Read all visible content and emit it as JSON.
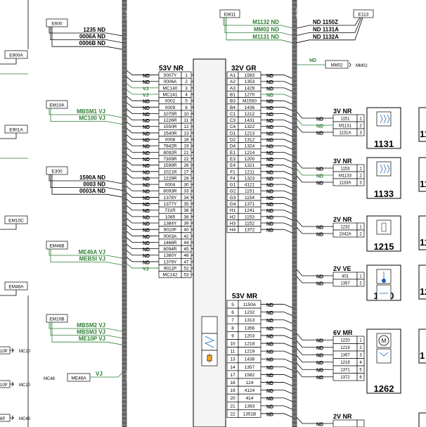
{
  "colors": {
    "wire": "#000000",
    "green": "#2e7d32",
    "bus": "#555555"
  },
  "bus_labels": [
    "10 PR",
    "10 PR",
    "10 PR",
    "20 MJ"
  ],
  "left_conn": {
    "header": "53V NR",
    "rows": [
      {
        "nd": "ND",
        "wire": "0007Y",
        "pin": "1",
        "g": false
      },
      {
        "nd": "ND",
        "wire": "0006A",
        "pin": "2",
        "g": false
      },
      {
        "nd": "VJ",
        "wire": "MC140",
        "pin": "3",
        "g": true
      },
      {
        "nd": "VJ",
        "wire": "MC141",
        "pin": "4",
        "g": true
      },
      {
        "nd": "ND",
        "wire": "0002",
        "pin": "5",
        "g": false
      },
      {
        "nd": "ND",
        "wire": "0009",
        "pin": "6",
        "g": false
      },
      {
        "nd": "ND",
        "wire": "1075R",
        "pin": "10",
        "g": false
      },
      {
        "nd": "ND",
        "wire": "1226R",
        "pin": "11",
        "g": false
      },
      {
        "nd": "ND",
        "wire": "1550R",
        "pin": "12",
        "g": false
      },
      {
        "nd": "ND",
        "wire": "1540R",
        "pin": "13",
        "g": false
      },
      {
        "nd": "ND",
        "wire": "0008",
        "pin": "18",
        "g": false
      },
      {
        "nd": "ND",
        "wire": "7842R",
        "pin": "19",
        "g": false
      },
      {
        "nd": "ND",
        "wire": "8092R",
        "pin": "21",
        "g": false
      },
      {
        "nd": "ND",
        "wire": "7309R",
        "pin": "22",
        "g": false
      },
      {
        "nd": "ND",
        "wire": "1599R",
        "pin": "26",
        "g": false
      },
      {
        "nd": "ND",
        "wire": "1021R",
        "pin": "27",
        "g": false
      },
      {
        "nd": "ND",
        "wire": "1229R",
        "pin": "28",
        "g": false
      },
      {
        "nd": "ND",
        "wire": "0004",
        "pin": "30",
        "g": false
      },
      {
        "nd": "ND",
        "wire": "8093R",
        "pin": "33",
        "g": false
      },
      {
        "nd": "ND",
        "wire": "1378Y",
        "pin": "34",
        "g": false
      },
      {
        "nd": "ND",
        "wire": "1377Y",
        "pin": "35",
        "g": false
      },
      {
        "nd": "ND",
        "wire": "731R",
        "pin": "36",
        "g": false
      },
      {
        "nd": "ND",
        "wire": "1085",
        "pin": "38",
        "g": false
      },
      {
        "nd": "ND",
        "wire": "1384Y",
        "pin": "39",
        "g": false
      },
      {
        "nd": "ND",
        "wire": "9010F",
        "pin": "40",
        "g": false
      },
      {
        "nd": "ND",
        "wire": "0003A",
        "pin": "42",
        "g": false
      },
      {
        "nd": "ND",
        "wire": "1466R",
        "pin": "44",
        "g": false
      },
      {
        "nd": "ND",
        "wire": "8094R",
        "pin": "45",
        "g": false
      },
      {
        "nd": "ND",
        "wire": "1380Y",
        "pin": "46",
        "g": false
      },
      {
        "nd": "ND",
        "wire": "1379Y",
        "pin": "47",
        "g": false
      },
      {
        "nd": "VJ",
        "wire": "9011P",
        "pin": "52",
        "g": true
      },
      {
        "nd": "",
        "wire": "MC142",
        "pin": "53",
        "g": false
      }
    ]
  },
  "right_conn_top": {
    "header": "32V GR",
    "rows": [
      {
        "pin": "A1",
        "wire": "1583",
        "nd": "ND",
        "g": false
      },
      {
        "pin": "A2",
        "wire": "1353",
        "nd": "ND",
        "g": false
      },
      {
        "pin": "A3",
        "wire": "1429",
        "nd": "ND",
        "g": false
      },
      {
        "pin": "B1",
        "wire": "1270",
        "nd": "ND",
        "g": true
      },
      {
        "pin": "B3",
        "wire": "M1550",
        "nd": "ND",
        "g": false
      },
      {
        "pin": "B4",
        "wire": "1436",
        "nd": "ND",
        "g": false
      },
      {
        "pin": "C1",
        "wire": "1212",
        "nd": "ND",
        "g": false
      },
      {
        "pin": "C3",
        "wire": "1431",
        "nd": "ND",
        "g": false
      },
      {
        "pin": "C4",
        "wire": "1322",
        "nd": "ND",
        "g": false
      },
      {
        "pin": "D1",
        "wire": "1213",
        "nd": "ND",
        "g": false
      },
      {
        "pin": "D2",
        "wire": "1312",
        "nd": "ND",
        "g": false
      },
      {
        "pin": "D4",
        "wire": "1324",
        "nd": "ND",
        "g": false
      },
      {
        "pin": "E1",
        "wire": "1214",
        "nd": "ND",
        "g": false
      },
      {
        "pin": "E3",
        "wire": "1200",
        "nd": "ND",
        "g": false
      },
      {
        "pin": "E4",
        "wire": "1321",
        "nd": "ND",
        "g": false
      },
      {
        "pin": "F1",
        "wire": "1211",
        "nd": "ND",
        "g": false
      },
      {
        "pin": "F4",
        "wire": "1323",
        "nd": "ND",
        "g": false
      },
      {
        "pin": "G1",
        "wire": "4121",
        "nd": "ND",
        "g": false
      },
      {
        "pin": "G2",
        "wire": "1151",
        "nd": "ND",
        "g": false
      },
      {
        "pin": "G3",
        "wire": "1154",
        "nd": "ND",
        "g": false
      },
      {
        "pin": "G4",
        "wire": "1371",
        "nd": "ND",
        "g": false
      },
      {
        "pin": "H1",
        "wire": "1241",
        "nd": "ND",
        "g": false
      },
      {
        "pin": "H2",
        "wire": "1153",
        "nd": "ND",
        "g": false
      },
      {
        "pin": "H3",
        "wire": "1152",
        "nd": "ND",
        "g": false
      },
      {
        "pin": "H4",
        "wire": "1372",
        "nd": "ND",
        "g": false
      }
    ]
  },
  "right_conn_bottom": {
    "header": "53V MR",
    "rows": [
      {
        "pin": "5",
        "wire": "1150A",
        "nd": "ND"
      },
      {
        "pin": "6",
        "wire": "1232",
        "nd": "ND"
      },
      {
        "pin": "7",
        "wire": "1313",
        "nd": "ND"
      },
      {
        "pin": "8",
        "wire": "1356",
        "nd": "ND"
      },
      {
        "pin": "9",
        "wire": "1203",
        "nd": "ND"
      },
      {
        "pin": "10",
        "wire": "1218",
        "nd": "ND"
      },
      {
        "pin": "11",
        "wire": "1219",
        "nd": "ND"
      },
      {
        "pin": "13",
        "wire": "1438",
        "nd": "ND"
      },
      {
        "pin": "14",
        "wire": "1357",
        "nd": "ND"
      },
      {
        "pin": "17",
        "wire": "1582",
        "nd": "ND"
      },
      {
        "pin": "18",
        "wire": "124",
        "nd": "ND"
      },
      {
        "pin": "19",
        "wire": "4124",
        "nd": "ND"
      },
      {
        "pin": "20",
        "wire": "414",
        "nd": "ND"
      },
      {
        "pin": "21",
        "wire": "1393",
        "nd": "ND"
      },
      {
        "pin": "22",
        "wire": "1351B",
        "nd": "ND"
      }
    ]
  },
  "left_groups": [
    {
      "tag": "E600",
      "lines": [
        {
          "t": "1235 ND",
          "g": false
        },
        {
          "t": "0006A ND",
          "g": false
        },
        {
          "t": "0006B ND",
          "g": false
        }
      ]
    },
    {
      "tag": "EM10A",
      "lines": [
        {
          "t": "MBSM1 VJ",
          "g": true
        },
        {
          "t": "MC100 VJ",
          "g": true
        }
      ]
    },
    {
      "tag": "E300",
      "lines": [
        {
          "t": "1590A ND",
          "g": false
        },
        {
          "t": "0003 ND",
          "g": false
        },
        {
          "t": "0003A ND",
          "g": false
        }
      ]
    },
    {
      "tag": "EM46B",
      "lines": [
        {
          "t": "ME46A VJ",
          "g": true
        },
        {
          "t": "MEBSI VJ",
          "g": true
        }
      ]
    },
    {
      "tag": "EM10B",
      "lines": [
        {
          "t": "MBSM2 VJ",
          "g": true
        },
        {
          "t": "MBSM3 VJ",
          "g": true
        },
        {
          "t": "ME10P VJ",
          "g": true
        }
      ]
    }
  ],
  "far_left_tags": [
    "E900A",
    "E901A",
    "EM10C",
    "EM46A"
  ],
  "edge_labels": [
    {
      "a": "10P",
      "b": "MC10"
    },
    {
      "a": "10P",
      "b": "MC10"
    },
    {
      "a": "6P",
      "b": "MC46"
    }
  ],
  "me46a_row": {
    "left": "MC46",
    "tag": "ME46A",
    "right": "VJ"
  },
  "top_right": {
    "tag_left": "EM11",
    "tag_right": "E113",
    "green_lines": [
      "M1132 ND",
      "MM02 ND",
      "M1131 ND"
    ],
    "right_lines": [
      "ND 1150Z",
      "ND 1131A",
      "ND 1132A"
    ],
    "mm02": {
      "nd": "ND",
      "tag": "MM02",
      "label": "MM02"
    }
  },
  "components": [
    {
      "header": "3V NR",
      "rows": [
        {
          "nd": "ND",
          "w": "1151",
          "p": "1",
          "g": false
        },
        {
          "nd": "ND",
          "w": "M1131",
          "p": "2",
          "g": true
        },
        {
          "nd": "ND",
          "w": "1131A",
          "p": "3",
          "g": false
        }
      ],
      "num": "1131",
      "icon": "heater-icon",
      "next": "11"
    },
    {
      "header": "3V NR",
      "rows": [
        {
          "nd": "ND",
          "w": "1153",
          "p": "1",
          "g": false
        },
        {
          "nd": "ND",
          "w": "M1133",
          "p": "2",
          "g": true
        },
        {
          "nd": "ND",
          "w": "1133A",
          "p": "3",
          "g": false
        }
      ],
      "num": "1133",
      "icon": "heater-icon",
      "next": "11"
    },
    {
      "header": "2V NR",
      "rows": [
        {
          "nd": "ND",
          "w": "1232",
          "p": "1",
          "g": false
        },
        {
          "nd": "ND",
          "w": "1042A",
          "p": "2",
          "g": false
        }
      ],
      "num": "1215",
      "icon": "sensor-icon",
      "next": "11"
    },
    {
      "header": "2V VE",
      "rows": [
        {
          "nd": "ND",
          "w": "401",
          "p": "1",
          "g": false
        },
        {
          "nd": "ND",
          "w": "1357",
          "p": "2",
          "g": false
        }
      ],
      "num": "1220",
      "icon": "temperature-icon",
      "next": "12"
    },
    {
      "header": "6V MR",
      "rows": [
        {
          "nd": "ND",
          "w": "1220",
          "p": "1",
          "g": false
        },
        {
          "nd": "ND",
          "w": "1219",
          "p": "2",
          "g": false
        },
        {
          "nd": "ND",
          "w": "1367",
          "p": "3",
          "g": false
        },
        {
          "nd": "ND",
          "w": "1218",
          "p": "4",
          "g": false
        },
        {
          "nd": "ND",
          "w": "1371",
          "p": "5",
          "g": false
        },
        {
          "nd": "ND",
          "w": "1372",
          "p": "6",
          "g": false
        }
      ],
      "num": "1262",
      "icon": "motor-icon",
      "next": "1"
    },
    {
      "header": "2V NR",
      "rows": [
        {
          "nd": "ND",
          "w": "",
          "p": "",
          "g": false
        }
      ],
      "num": "",
      "icon": "",
      "next": "1"
    }
  ]
}
